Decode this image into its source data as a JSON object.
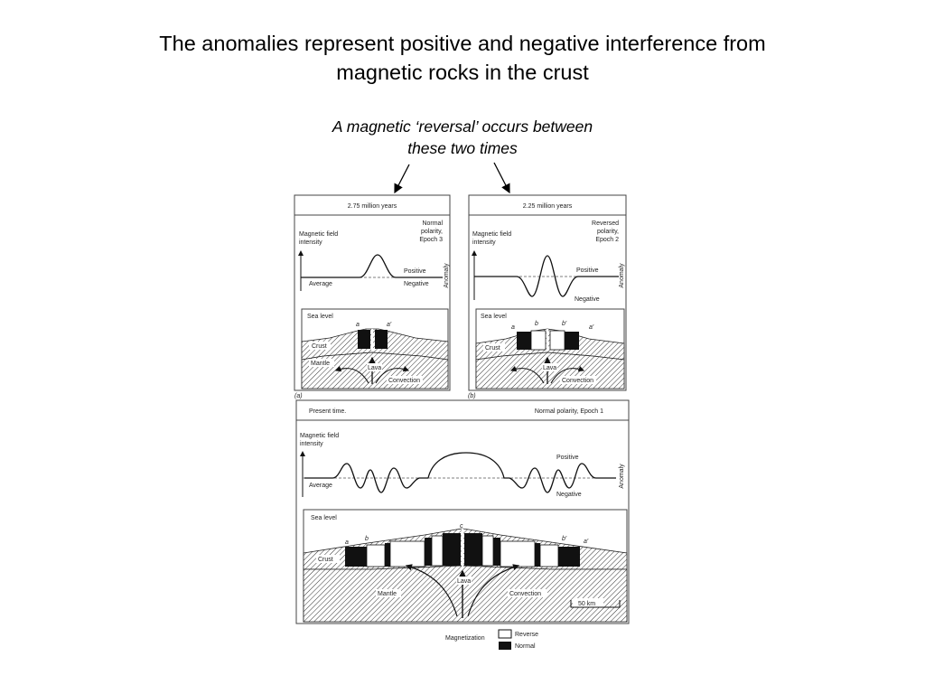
{
  "slide": {
    "title_line1": "The anomalies represent positive and negative interference from",
    "title_line2": "magnetic rocks in the crust",
    "caption_line1": "A magnetic ‘reversal’ occurs between",
    "caption_line2": "these two times"
  },
  "panel_a": {
    "header": "2.75 million years",
    "polarity_line1": "Normal",
    "polarity_line2": "polarity,",
    "polarity_line3": "Epoch 3",
    "field_label_line1": "Magnetic field",
    "field_label_line2": "intensity",
    "positive": "Positive",
    "negative": "Negative",
    "average": "Average",
    "anomaly": "Anomaly",
    "sea_level": "Sea level",
    "crust": "Crust",
    "mantle": "Mantle",
    "lava": "Lava",
    "convection": "Convection",
    "mark_a": "a",
    "mark_a_prime": "a′",
    "letter": "(a)"
  },
  "panel_b": {
    "header": "2.25 million years",
    "polarity_line1": "Reversed",
    "polarity_line2": "polarity,",
    "polarity_line3": "Epoch 2",
    "field_label_line1": "Magnetic field",
    "field_label_line2": "intensity",
    "positive": "Positive",
    "negative": "Negative",
    "anomaly": "Anomaly",
    "sea_level": "Sea level",
    "crust": "Crust",
    "lava": "Lava",
    "convection": "Convection",
    "mark_a": "a",
    "mark_b": "b",
    "mark_b_prime": "b′",
    "mark_a_prime": "a′",
    "letter": "(b)"
  },
  "panel_c": {
    "header_left": "Present time.",
    "header_right": "Normal polarity, Epoch 1",
    "field_label_line1": "Magnetic field",
    "field_label_line2": "intensity",
    "positive": "Positive",
    "negative": "Negative",
    "average": "Average",
    "anomaly": "Anomaly",
    "sea_level": "Sea level",
    "crust": "Crust",
    "mantle": "Mantle",
    "lava": "Lava",
    "convection": "Convection",
    "scale": "50 km",
    "mark_a": "a",
    "mark_b": "b",
    "mark_c": "c",
    "mark_b_prime": "b′",
    "mark_a_prime": "a′"
  },
  "legend": {
    "title": "Magnetization",
    "reverse": "Reverse",
    "normal": "Normal"
  }
}
